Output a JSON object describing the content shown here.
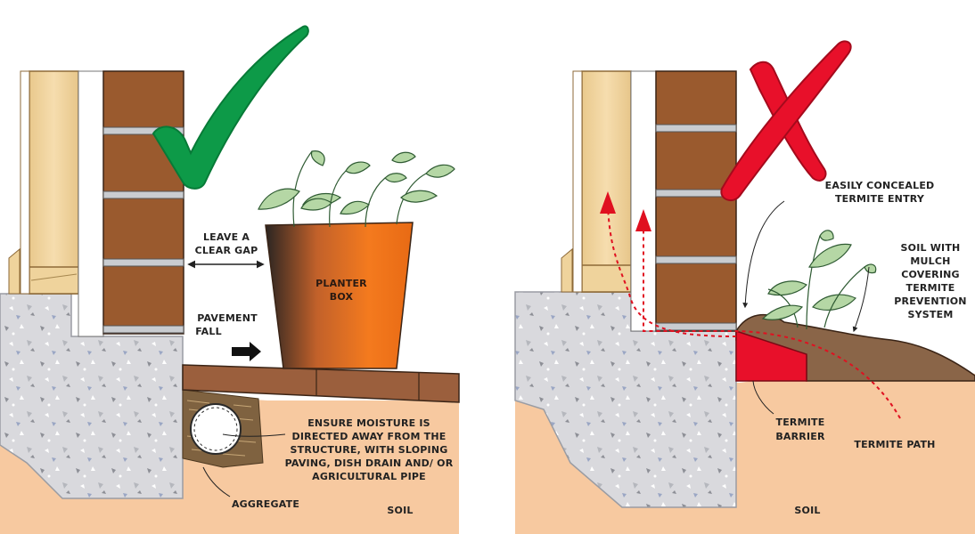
{
  "left_panel": {
    "status": "correct",
    "mark_icon": "check-mark",
    "labels": {
      "gap_1": "LEAVE A",
      "gap_2": "CLEAR GAP",
      "planter_1": "PLANTER",
      "planter_2": "BOX",
      "fall_1": "PAVEMENT",
      "fall_2": "FALL",
      "moisture_1": "ENSURE MOISTURE IS",
      "moisture_2": "DIRECTED AWAY FROM THE",
      "moisture_3": "STRUCTURE, WITH SLOPING",
      "moisture_4": "PAVING, DISH DRAIN AND/ OR",
      "moisture_5": "AGRICULTURAL PIPE",
      "aggregate": "AGGREGATE",
      "soil": "SOIL"
    }
  },
  "right_panel": {
    "status": "incorrect",
    "mark_icon": "cross-mark",
    "labels": {
      "entry_1": "EASILY CONCEALED",
      "entry_2": "TERMITE ENTRY",
      "mulch_1": "SOIL WITH",
      "mulch_2": "MULCH",
      "mulch_3": "COVERING",
      "mulch_4": "TERMITE",
      "mulch_5": "PREVENTION",
      "mulch_6": "SYSTEM",
      "barrier_1": "TERMITE",
      "barrier_2": "BARRIER",
      "path": "TERMITE PATH",
      "soil": "SOIL"
    }
  },
  "colors": {
    "check_green": "#0d9a48",
    "cross_red": "#e8102a",
    "brick": "#9a5a2e",
    "mortar": "#c9ccd0",
    "timber": "#f1d7a4",
    "concrete": "#d8d8dc",
    "soil": "#f7c9a0",
    "pavement": "#9b5f3d",
    "mulch": "#8a6548",
    "planter_orange": "#f07a1e",
    "termite_path": "#e01020"
  }
}
